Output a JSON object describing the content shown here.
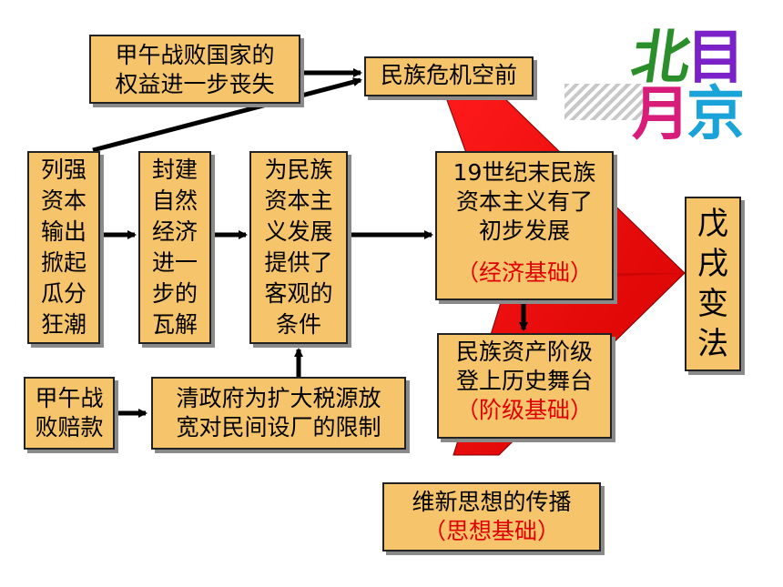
{
  "boxes": {
    "loss": "甲午战败国家的\n权益进一步丧失",
    "crisis": "民族危机空前",
    "capital": "列强\n资本\n输出\n掀起\n瓜分\n狂潮",
    "feudal": "封建\n自然\n经济\n进一\n步的\n瓦解",
    "conditions": "为民族\n资本主\n义发展\n提供了\n客观的\n条件",
    "development_title": "19世纪末民族\n资本主义有了\n初步发展",
    "development_tag": "（经济基础）",
    "class_title": "民族资产阶级\n登上历史舞台",
    "class_tag": "（阶级基础）",
    "indemnity": "甲午战\n败赔款",
    "policy": "清政府为扩大税源放\n宽对民间设厂的限制",
    "ideas_title": "维新思想的传播",
    "ideas_tag": "（思想基础）",
    "reform": "戊\n戌\n变\n法"
  },
  "logo": {
    "chars": [
      "北",
      "目",
      "月",
      "京"
    ]
  },
  "colors": {
    "box_fill": "#f6c46a",
    "arrow_red": "#ff0000",
    "tag_red": "#e00000"
  }
}
